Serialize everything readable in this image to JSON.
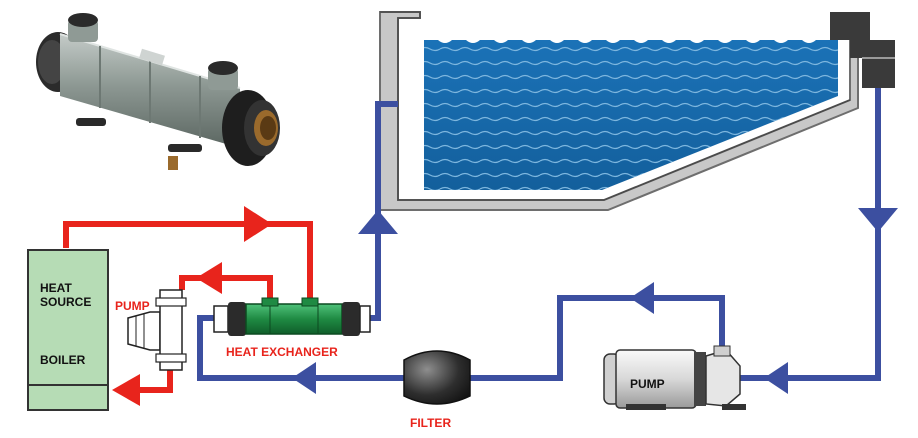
{
  "labels": {
    "heat_source": "HEAT\nSOURCE",
    "boiler": "BOILER",
    "pump_hot": "PUMP",
    "heat_exchanger": "HEAT EXCHANGER",
    "filter": "FILTER",
    "pump_pool": "PUMP"
  },
  "colors": {
    "hot_circuit": "#e8241c",
    "pool_circuit": "#3c4fa0",
    "boiler_fill": "#b6dcb5",
    "pool_water": "#1f6fb2",
    "pool_wall": "#c9c9c9",
    "exchanger_body": "#2ea055"
  },
  "icons": {
    "photo": "heat-exchanger-photo",
    "flow_arrow": "triangle-arrow"
  }
}
